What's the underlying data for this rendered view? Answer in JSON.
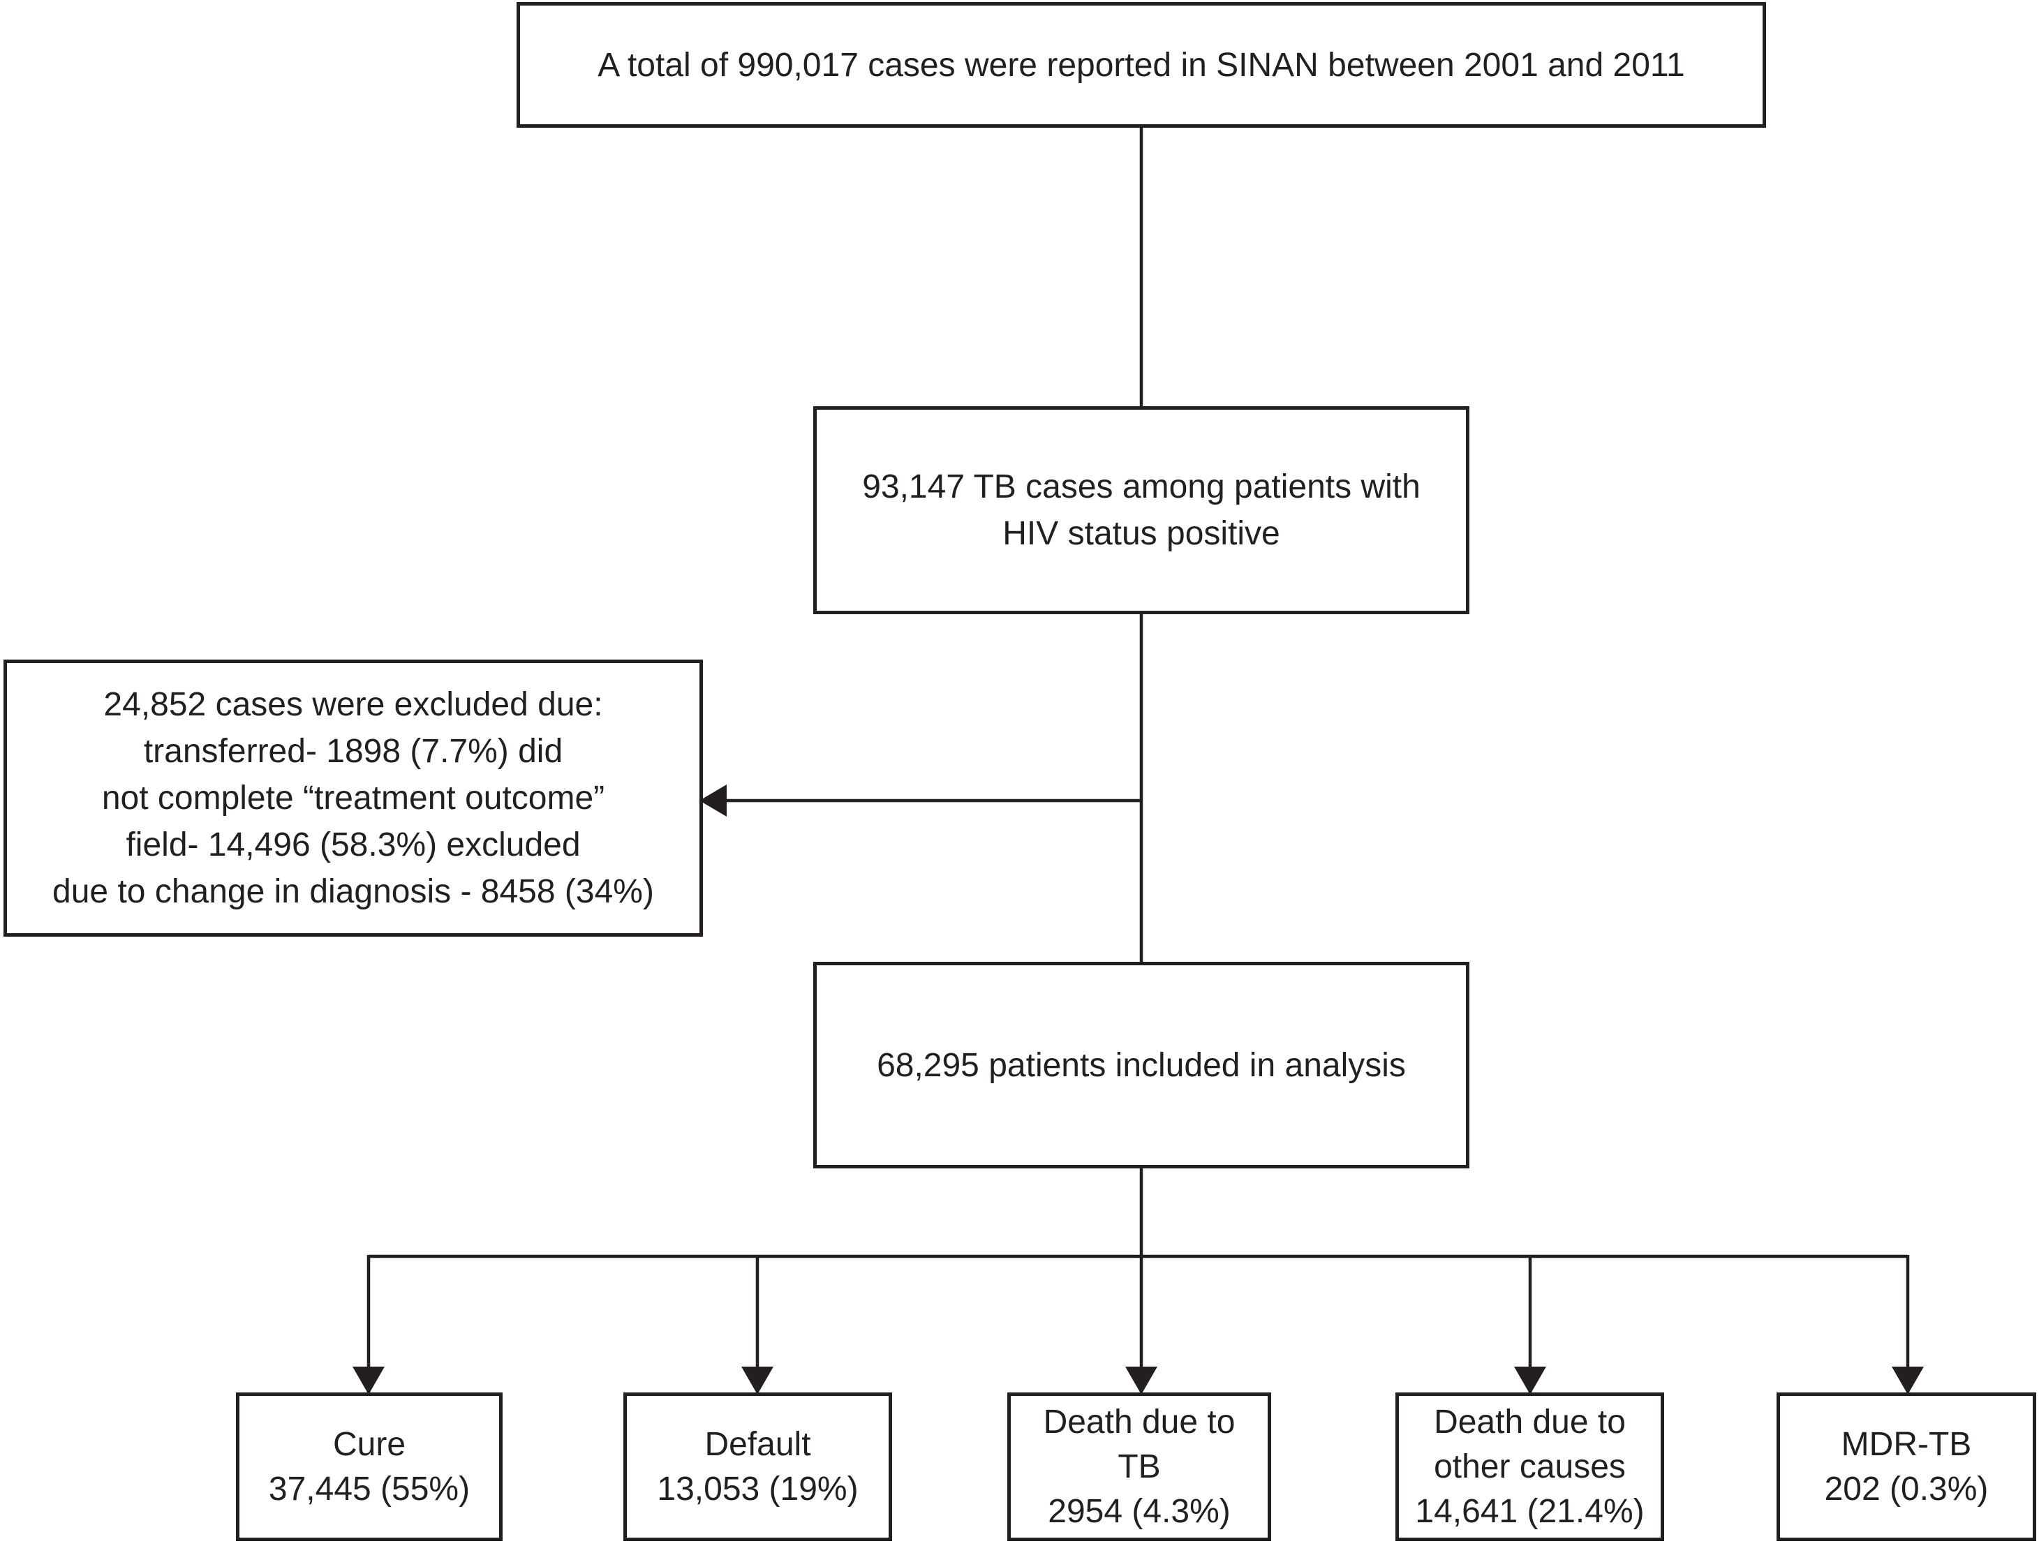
{
  "colors": {
    "line": "#231f20",
    "text": "#231f20",
    "background": "#ffffff"
  },
  "boxes": {
    "total": {
      "text": "A total of 990,017 cases were reported in SINAN between 2001 and 2011"
    },
    "hiv_positive": {
      "lines": [
        "93,147 TB cases among patients with",
        "HIV status positive"
      ]
    },
    "excluded": {
      "lines": [
        "24,852 cases were excluded due:",
        "transferred- 1898 (7.7%) did",
        "not complete “treatment outcome”",
        "field- 14,496 (58.3%) excluded",
        "due to change in diagnosis - 8458 (34%)"
      ]
    },
    "included": {
      "text": "68,295 patients included in analysis"
    },
    "outcomes": [
      {
        "id": "cure",
        "lines": [
          "Cure",
          "37,445 (55%)"
        ]
      },
      {
        "id": "default",
        "lines": [
          "Default",
          "13,053 (19%)"
        ]
      },
      {
        "id": "death-due-to-tb",
        "lines": [
          "Death due to",
          "TB",
          "2954 (4.3%)"
        ]
      },
      {
        "id": "death-other-causes",
        "lines": [
          "Death due to",
          "other causes",
          "14,641 (21.4%)"
        ]
      },
      {
        "id": "mdr-tb",
        "lines": [
          "MDR-TB",
          "202 (0.3%)"
        ]
      }
    ]
  }
}
